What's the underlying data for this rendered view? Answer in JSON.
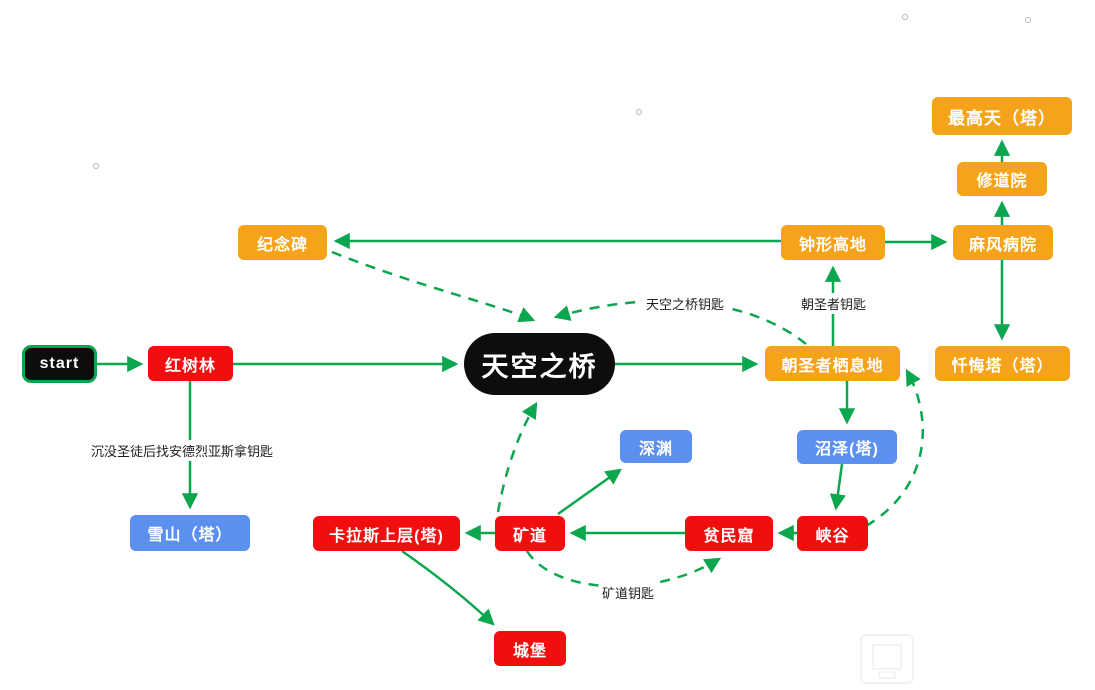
{
  "title": "game-area-flowchart",
  "colors": {
    "arrow_green": "#0ca64f",
    "node_orange": "#f5a31a",
    "node_red": "#f10e0e",
    "node_blue": "#5b8ff0",
    "node_black": "#0d0d0d"
  },
  "nodes": {
    "start": "start",
    "mangrove": "红树林",
    "sky_bridge": "天空之桥",
    "monument": "纪念碑",
    "bell_highland": "钟形高地",
    "leper_hospital": "麻风病院",
    "monastery": "修道院",
    "highest_heaven": "最高天（塔）",
    "penitence_tower": "忏悔塔（塔）",
    "pilgrim_rest": "朝圣者栖息地",
    "swamp_tower": "沼泽(塔)",
    "abyss": "深渊",
    "canyon": "峡谷",
    "slum": "贫民窟",
    "mine": "矿道",
    "karas_upper": "卡拉斯上层(塔)",
    "snow_mountain": "雪山（塔）",
    "castle": "城堡"
  },
  "edge_labels": {
    "snow_note": "沉没圣徒后找安德烈亚斯拿钥匙",
    "sky_bridge_key": "天空之桥钥匙",
    "pilgrim_key": "朝圣者钥匙",
    "mine_key": "矿道钥匙"
  },
  "edges": [
    {
      "from": "start",
      "to": "mangrove",
      "style": "solid"
    },
    {
      "from": "mangrove",
      "to": "sky_bridge",
      "style": "solid"
    },
    {
      "from": "mangrove",
      "to": "snow_mountain",
      "style": "solid",
      "label": "沉没圣徒后找安德烈亚斯拿钥匙"
    },
    {
      "from": "sky_bridge",
      "to": "pilgrim_rest",
      "style": "solid"
    },
    {
      "from": "pilgrim_rest",
      "to": "bell_highland",
      "style": "solid",
      "label": "朝圣者钥匙"
    },
    {
      "from": "bell_highland",
      "to": "leper_hospital",
      "style": "solid"
    },
    {
      "from": "bell_highland",
      "to": "monument",
      "style": "solid"
    },
    {
      "from": "leper_hospital",
      "to": "monastery",
      "style": "solid"
    },
    {
      "from": "monastery",
      "to": "highest_heaven",
      "style": "solid"
    },
    {
      "from": "leper_hospital",
      "to": "penitence_tower",
      "style": "solid"
    },
    {
      "from": "pilgrim_rest",
      "to": "swamp_tower",
      "style": "solid"
    },
    {
      "from": "swamp_tower",
      "to": "canyon",
      "style": "solid"
    },
    {
      "from": "canyon",
      "to": "slum",
      "style": "solid"
    },
    {
      "from": "slum",
      "to": "mine",
      "style": "solid"
    },
    {
      "from": "mine",
      "to": "karas_upper",
      "style": "solid"
    },
    {
      "from": "mine",
      "to": "abyss",
      "style": "solid"
    },
    {
      "from": "karas_upper",
      "to": "castle",
      "style": "solid"
    },
    {
      "from": "monument",
      "to": "sky_bridge",
      "style": "dashed"
    },
    {
      "from": "pilgrim_rest",
      "to": "sky_bridge",
      "style": "dashed",
      "label": "天空之桥钥匙"
    },
    {
      "from": "mine",
      "to": "sky_bridge",
      "style": "dashed"
    },
    {
      "from": "mine",
      "to": "slum",
      "style": "dashed",
      "label": "矿道钥匙"
    },
    {
      "from": "canyon",
      "to": "pilgrim_rest",
      "style": "dashed"
    }
  ]
}
